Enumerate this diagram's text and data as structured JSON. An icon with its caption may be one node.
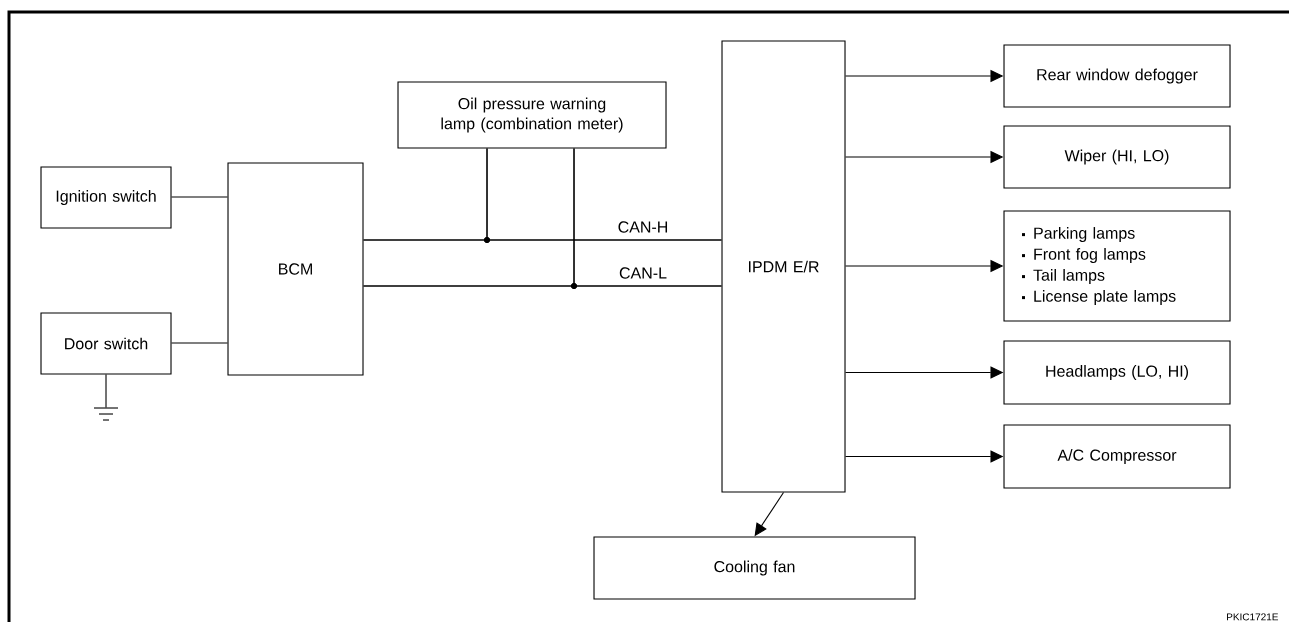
{
  "diagram": {
    "nodes": [
      {
        "text": [
          "Ignition switch"
        ]
      },
      {
        "text": [
          "Door switch"
        ]
      },
      {
        "text": [
          "BCM"
        ]
      },
      {
        "text": [
          "Oil pressure warning lamp (combination meter)"
        ]
      },
      {
        "text": [
          "IPDM E/R"
        ]
      },
      {
        "text": [
          "Rear window defogger"
        ]
      },
      {
        "text": [
          "Wiper (HI, LO)"
        ]
      },
      {
        "text": [
          "Parking lamps",
          "Front fog lamps",
          "Tail lamps",
          "License plate lamps"
        ]
      },
      {
        "text": [
          "Headlamps (LO, HI)"
        ]
      },
      {
        "text": [
          "A/C Compressor"
        ]
      },
      {
        "text": [
          "Cooling fan"
        ]
      },
      {
        "text": [],
        "shape": "ground"
      }
    ],
    "edges": [
      {
        "from": 0,
        "to": 2,
        "arrow": "none"
      },
      {
        "from": 1,
        "to": 2,
        "arrow": "none"
      },
      {
        "from": 2,
        "to": 4,
        "arrow": "none",
        "label": "CAN-H"
      },
      {
        "from": 2,
        "to": 4,
        "arrow": "none",
        "label": "CAN-L"
      },
      {
        "from": 3,
        "to": 2,
        "arrow": "none"
      },
      {
        "from": 3,
        "to": 4,
        "arrow": "none"
      },
      {
        "from": 3,
        "to": 2,
        "arrow": "none"
      },
      {
        "from": 3,
        "to": 4,
        "arrow": "none"
      },
      {
        "from": 4,
        "to": 5,
        "arrow": "to"
      },
      {
        "from": 4,
        "to": 6,
        "arrow": "to"
      },
      {
        "from": 4,
        "to": 7,
        "arrow": "to"
      },
      {
        "from": 4,
        "to": 8,
        "arrow": "to"
      },
      {
        "from": 4,
        "to": 9,
        "arrow": "to"
      },
      {
        "from": 4,
        "to": 10,
        "arrow": "to"
      },
      {
        "from": 1,
        "to": 11,
        "arrow": "none"
      }
    ],
    "labels": [
      "PKIC1721E"
    ]
  }
}
